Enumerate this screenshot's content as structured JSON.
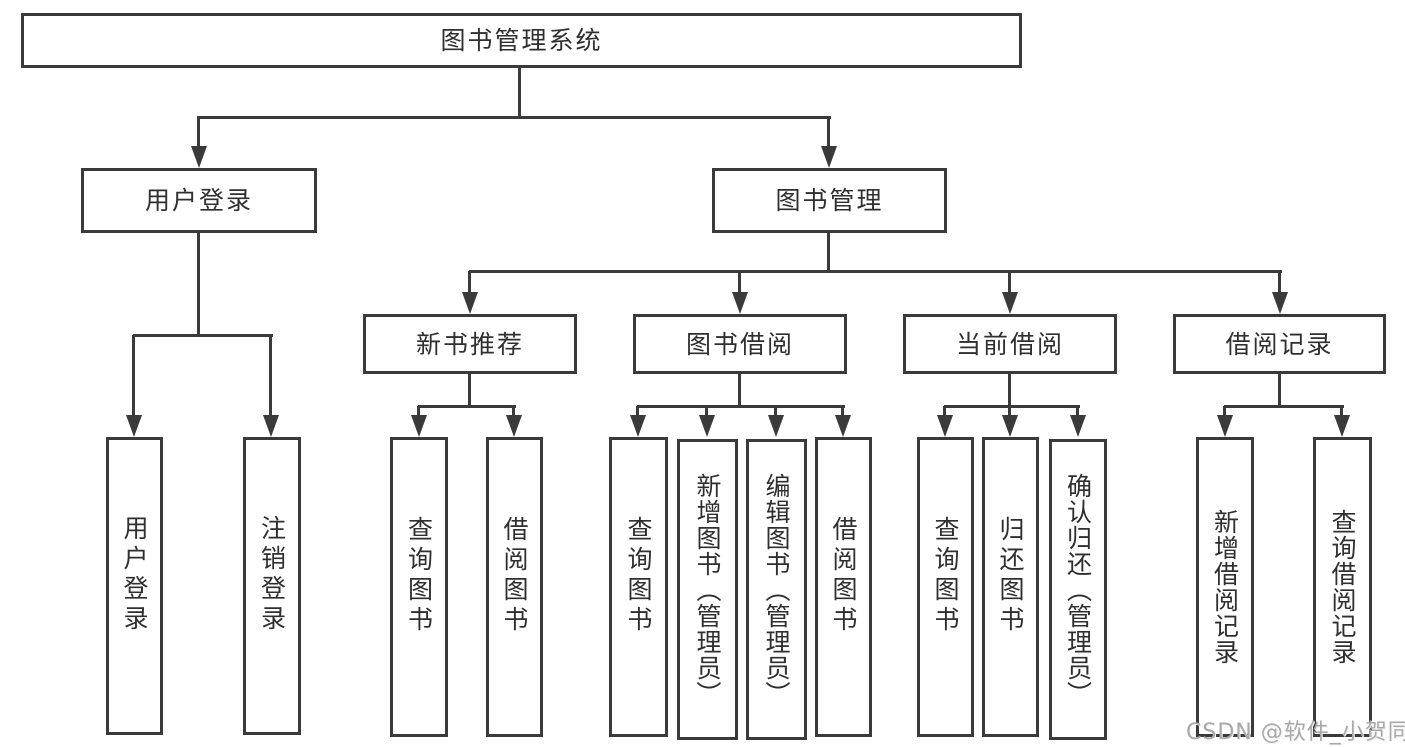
{
  "diagram": {
    "type": "hierarchy-tree",
    "colors": {
      "line": "#3a3a3a",
      "box_background": "#ffffff",
      "text": "#2f2f2f",
      "watermark": "#a9a9a9"
    },
    "tree": {
      "root": {
        "label": "图书管理系统",
        "children": [
          {
            "label": "用户登录",
            "children": [
              {
                "label": "用户登录"
              },
              {
                "label": "注销登录"
              }
            ]
          },
          {
            "label": "图书管理",
            "children": [
              {
                "label": "新书推荐",
                "children": [
                  {
                    "label": "查询图书"
                  },
                  {
                    "label": "借阅图书"
                  }
                ]
              },
              {
                "label": "图书借阅",
                "children": [
                  {
                    "label": "查询图书"
                  },
                  {
                    "label": "新增图书（管理员）"
                  },
                  {
                    "label": "编辑图书（管理员）"
                  },
                  {
                    "label": "借阅图书"
                  }
                ]
              },
              {
                "label": "当前借阅",
                "children": [
                  {
                    "label": "查询图书"
                  },
                  {
                    "label": "归还图书"
                  },
                  {
                    "label": "确认归还（管理员）"
                  }
                ]
              },
              {
                "label": "借阅记录",
                "children": [
                  {
                    "label": "新增借阅记录"
                  },
                  {
                    "label": "查询借阅记录"
                  }
                ]
              }
            ]
          }
        ]
      }
    },
    "watermark": {
      "text": "CSDN @软件_小贺同学"
    }
  }
}
